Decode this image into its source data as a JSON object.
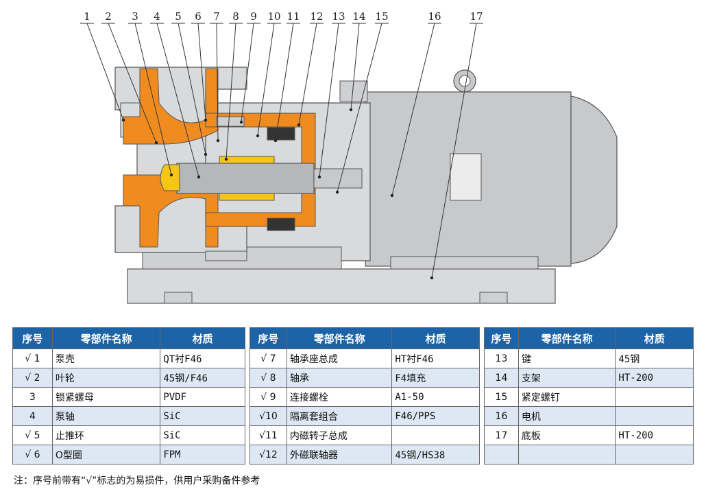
{
  "callouts": [
    "1",
    "2",
    "3",
    "4",
    "5",
    "6",
    "7",
    "8",
    "9",
    "10",
    "11",
    "12",
    "13",
    "14",
    "15",
    "16",
    "17"
  ],
  "colors": {
    "housing_gray": "#d9dadc",
    "liner_orange": "#f08c1f",
    "bearing_yellow": "#f5c518",
    "motor_gray": "#c8c9cb",
    "table_header_blue": "#1d63a8",
    "row_alt": "#dde8f4"
  },
  "parts_table": {
    "headers": {
      "no": "序号",
      "name": "零部件名称",
      "material": "材质"
    },
    "groups": [
      {
        "rows": [
          {
            "no": "√ 1",
            "name": "泵壳",
            "material": "QT衬F46"
          },
          {
            "no": "√ 2",
            "name": "叶轮",
            "material": "45钢/F46"
          },
          {
            "no": "3",
            "name": "锁紧螺母",
            "material": "PVDF"
          },
          {
            "no": "4",
            "name": "泵轴",
            "material": "SiC"
          },
          {
            "no": "√ 5",
            "name": "止推环",
            "material": "SiC"
          },
          {
            "no": "√ 6",
            "name": "O型圈",
            "material": "FPM"
          }
        ]
      },
      {
        "rows": [
          {
            "no": "√ 7",
            "name": "轴承座总成",
            "material": "HT衬F46"
          },
          {
            "no": "√ 8",
            "name": "轴承",
            "material": "F4填充"
          },
          {
            "no": "√ 9",
            "name": "连接螺栓",
            "material": "A1-50"
          },
          {
            "no": "√10",
            "name": "隔离套组合",
            "material": "F46/PPS"
          },
          {
            "no": "√11",
            "name": "内磁转子总成",
            "material": ""
          },
          {
            "no": "√12",
            "name": "外磁联轴器",
            "material": "45钢/HS38"
          }
        ]
      },
      {
        "rows": [
          {
            "no": "13",
            "name": "键",
            "material": "45钢"
          },
          {
            "no": "14",
            "name": "支架",
            "material": "HT-200"
          },
          {
            "no": "15",
            "name": "紧定螺钉",
            "material": ""
          },
          {
            "no": "16",
            "name": "电机",
            "material": ""
          },
          {
            "no": "17",
            "name": "底板",
            "material": "HT-200"
          },
          {
            "no": "",
            "name": "",
            "material": ""
          }
        ]
      }
    ]
  },
  "note": "注：序号前带有“√”标志的为易损件，供用户采购备件参考"
}
